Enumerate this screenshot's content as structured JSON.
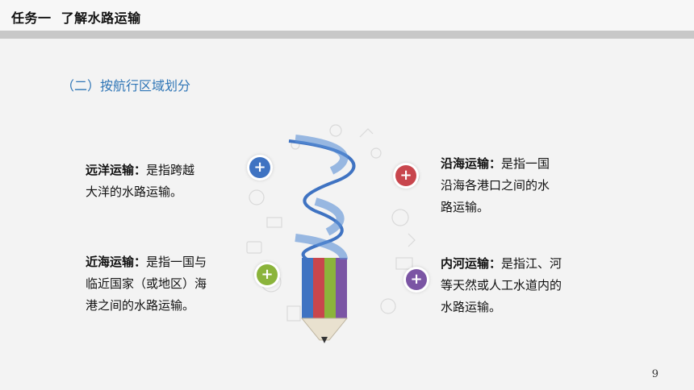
{
  "header": {
    "title": "任务一  了解水路运输"
  },
  "subtitle": "（二）按航行区域划分",
  "items": [
    {
      "term": "远洋运输：",
      "line1": "是指跨越",
      "line2": "大洋的水路运输。"
    },
    {
      "term": "近海运输：",
      "line1": "是指一国与",
      "line2": "临近国家（或地区）海",
      "line3": "港之间的水路运输。"
    },
    {
      "term": "沿海运输：",
      "line1": "是指一国",
      "line2": "沿海各港口之间的水",
      "line3": "路运输。"
    },
    {
      "term": "内河运输：",
      "line1": "是指江、河",
      "line2": "等天然或人工水道内的",
      "line3": "水路运输。"
    }
  ],
  "badges": {
    "symbol": "+",
    "colors": [
      "#3f73c2",
      "#c8464d",
      "#8bb43b",
      "#7b55a4"
    ]
  },
  "pencil_colors": [
    "#3f73c2",
    "#c8464d",
    "#8bb43b",
    "#7b55a4"
  ],
  "page_number": "9"
}
